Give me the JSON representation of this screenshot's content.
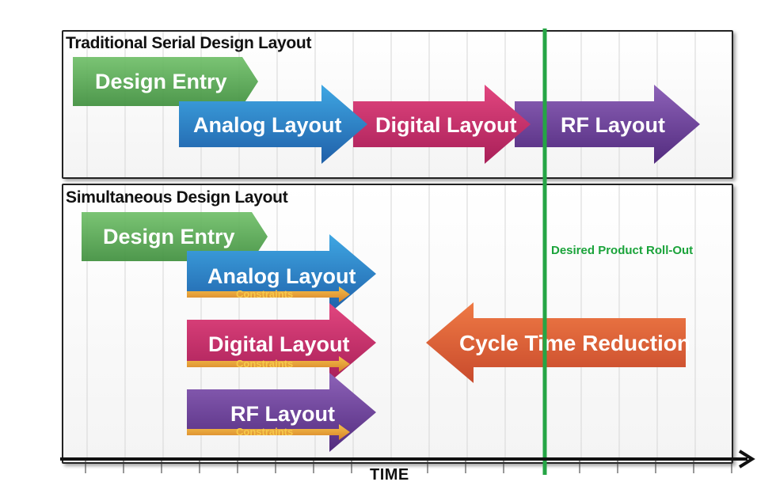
{
  "serial_panel": {
    "title": "Traditional Serial Design Layout",
    "arrows": {
      "design_entry": "Design Entry",
      "analog": "Analog Layout",
      "digital": "Digital Layout",
      "rf": "RF Layout"
    }
  },
  "simultaneous_panel": {
    "title": "Simultaneous Design Layout",
    "arrows": {
      "design_entry": "Design Entry",
      "analog": "Analog Layout",
      "digital": "Digital Layout",
      "rf": "RF Layout",
      "constraints": "Constraints"
    },
    "cycle_time": "Cycle Time Reduction"
  },
  "milestone": "Desired Product Roll-Out",
  "axis_label": "TIME",
  "colors": {
    "green": "#4da34a",
    "blue": "#2a7fc6",
    "magenta": "#c8306e",
    "purple": "#6b3d98",
    "orange": "#e0643a",
    "milestone_line": "#25a545",
    "constraint_arrow": "#e8a33a"
  }
}
